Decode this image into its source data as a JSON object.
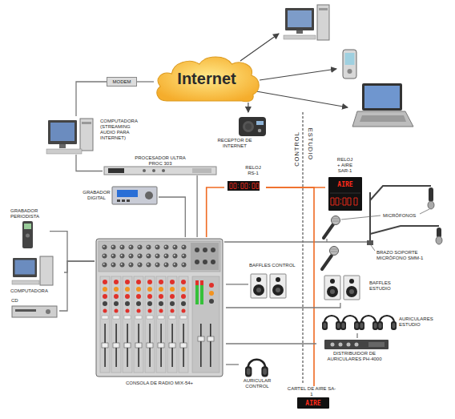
{
  "diagram": {
    "nodes": [
      {
        "text": [
          "Internet"
        ]
      },
      {
        "text": [
          "MODEM"
        ]
      },
      {
        "text": [
          "COMPUTADORA (STREAMING AUDIO PARA INTERNET)"
        ]
      },
      {
        "text": [
          "RECEPTOR DE INTERNET"
        ]
      },
      {
        "text": [
          "PROCESADOR ULTRA PROC 303"
        ]
      },
      {
        "text": [
          "GRABADOR DIGITAL"
        ]
      },
      {
        "text": [
          "RELOJ RS-1"
        ]
      },
      {
        "text": [
          "RELOJ + AIRE SAR-1"
        ]
      },
      {
        "text": [
          "GRABADOR PERIODISTA"
        ]
      },
      {
        "text": [
          "COMPUTADORA"
        ]
      },
      {
        "text": [
          "CD"
        ]
      },
      {
        "text": [
          "BAFFLES CONTROL"
        ]
      },
      {
        "text": [
          "BAFFLES ESTUDIO"
        ]
      },
      {
        "text": [
          "AURICULARES ESTUDIO"
        ]
      },
      {
        "text": [
          "DISTRIBUIDOR DE AURICULARES PH-4000"
        ]
      },
      {
        "text": [
          "CONSOLA DE RADIO MIX-54+"
        ]
      },
      {
        "text": [
          "AURICULAR CONTROL"
        ]
      },
      {
        "text": [
          "CARTEL DE AIRE SA-1"
        ]
      }
    ],
    "edges": [
      {
        "from": 0,
        "to": 1,
        "arrow": "none"
      },
      {
        "from": 1,
        "to": 2,
        "arrow": "none"
      },
      {
        "from": 0,
        "to": 3,
        "arrow": "to"
      },
      {
        "from": 2,
        "to": 4,
        "arrow": "none"
      },
      {
        "from": 4,
        "to": 15,
        "arrow": "none"
      },
      {
        "from": 5,
        "to": 15,
        "arrow": "none"
      },
      {
        "from": 15,
        "to": 6,
        "arrow": "none"
      },
      {
        "from": 6,
        "to": 7,
        "arrow": "none"
      },
      {
        "from": 6,
        "to": 17,
        "arrow": "none"
      },
      {
        "from": 8,
        "to": 15,
        "arrow": "none"
      },
      {
        "from": 9,
        "to": 15,
        "arrow": "none"
      },
      {
        "from": 10,
        "to": 15,
        "arrow": "none"
      },
      {
        "from": 15,
        "to": 11,
        "arrow": "none"
      },
      {
        "from": 15,
        "to": 12,
        "arrow": "none"
      },
      {
        "from": 15,
        "to": 14,
        "arrow": "none"
      },
      {
        "from": 14,
        "to": 13,
        "arrow": "none"
      },
      {
        "from": 15,
        "to": 16,
        "arrow": "none"
      }
    ],
    "labels": [
      "CONTROL",
      "ESTUDIO",
      "AIRE",
      "MICRÓFONOS",
      "BRAZO SOPORTE MICRÓFONO SMM-1",
      "AIRE"
    ]
  }
}
